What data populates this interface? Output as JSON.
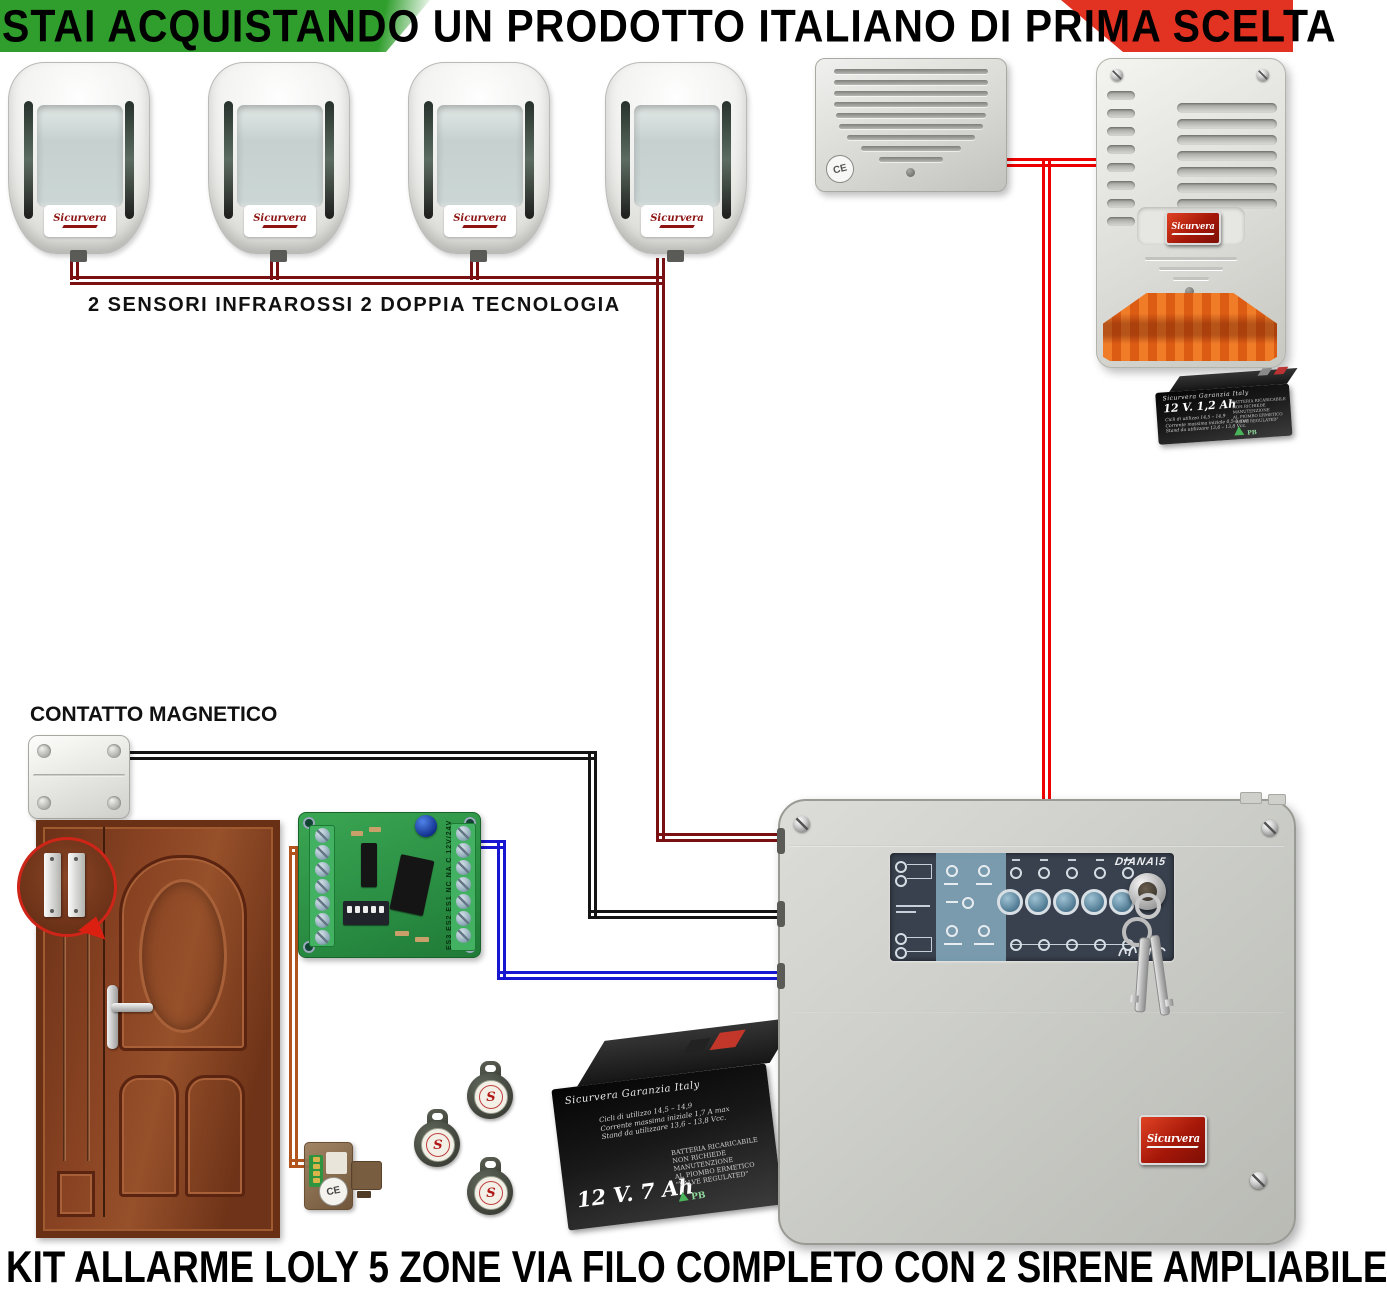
{
  "brand": {
    "name": "Sicurvera",
    "initial": "S"
  },
  "banner": {
    "title": "STAI ACQUISTANDO UN PRODOTTO ITALIANO DI PRIMA SCELTA",
    "flag_green": "#2f9e2c",
    "flag_white": "#ffffff",
    "flag_red": "#e23222"
  },
  "footer": {
    "title": "KIT ALLARME LOLY 5 ZONE VIA FILO COMPLETO CON 2 SIRENE AMPLIABILE"
  },
  "sensors": {
    "caption": "2 SENSORI INFRAROSSI 2 DOPPIA TECNOLOGIA"
  },
  "magnetic_contact": {
    "caption": "CONTATTO MAGNETICO"
  },
  "indoor_siren": {
    "ce": "CE"
  },
  "reader": {
    "ce": "CE"
  },
  "control_panel": {
    "model": "DIANA\\5"
  },
  "pcb": {
    "terminal_label": "ES3 ES2 ES1 NC NA C 12V/24V"
  },
  "battery_small": {
    "brand": "Sicurvera  Garanzia Italy",
    "capacity": "12 V. 1,2 Ah",
    "specs": [
      "Cicli di utilizzo 14,5 – 14,9",
      "Corrente massima iniziale 0,5 A max",
      "Stand da utilizzare 13,6 – 13,8 Vcc."
    ],
    "notes": [
      "BATTERIA RICARICABILE",
      "NON RICHIEDE MANUTENZIONE",
      "AL PIOMBO ERMETICO \"Valve Regulated\""
    ],
    "pb": "Pb"
  },
  "battery_large": {
    "brand": "Sicurvera  Garanzia Italy",
    "capacity": "12 V. 7 Ah",
    "specs": [
      "Cicli di utilizzo 14,5 – 14,9",
      "Corrente massima iniziale 1,7 A max",
      "Stand da utilizzare 13,6 – 13,8 Vcc."
    ],
    "notes": [
      "BATTERIA RICARICABILE",
      "NON RICHIEDE MANUTENZIONE",
      "AL PIOMBO ERMETICO \"Valve Regulated\""
    ],
    "pb": "Pb"
  },
  "wires": {
    "sensor_bus": "#7a1012",
    "siren_line": "#ee0000",
    "contact_line": "#141414",
    "pcb_line": "#1717d2",
    "reader_line": "#b1541e"
  }
}
